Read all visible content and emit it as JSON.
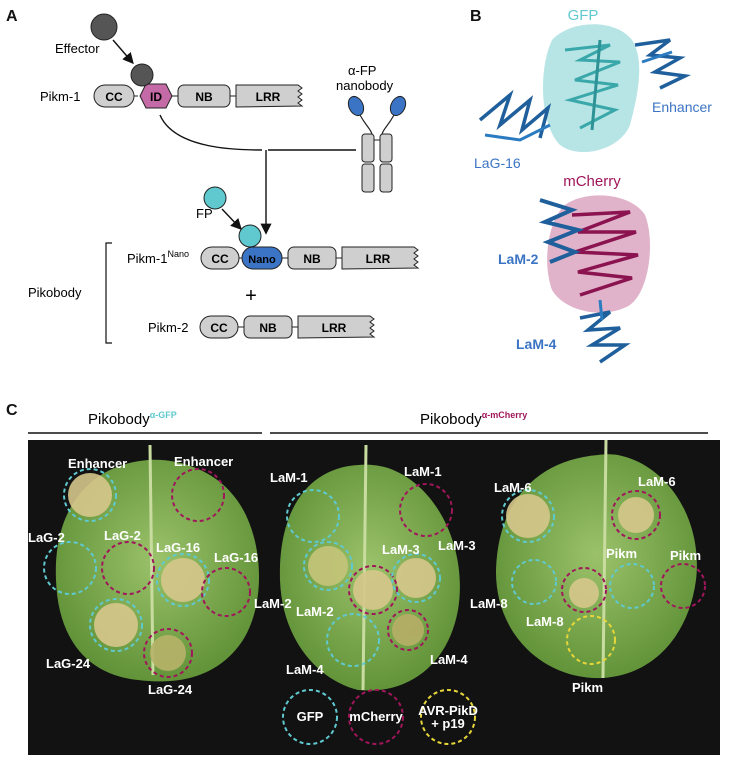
{
  "panels": {
    "a": "A",
    "b": "B",
    "c": "C"
  },
  "colors": {
    "gfp": "#5fc9cf",
    "mcherry": "#a0165a",
    "nano": "#3b74c4",
    "id_domain": "#c46aa6",
    "domain_fill": "#cfcfcf",
    "effector": "#555555",
    "avr_pikd": "#e6d63a",
    "photo_bg": "#121212"
  },
  "panel_a": {
    "effector": "Effector",
    "pikm1": "Pikm-1",
    "cc": "CC",
    "id": "ID",
    "nb": "NB",
    "lrr": "LRR",
    "nanobody_line1": "α-FP",
    "nanobody_line2": "nanobody",
    "fp": "FP",
    "pikm1_nano_base": "Pikm-1",
    "pikm1_nano_sup": "Nano",
    "nano": "Nano",
    "plus": "+",
    "pikobody": "Pikobody",
    "pikm2": "Pikm-2"
  },
  "panel_b": {
    "gfp": "GFP",
    "enhancer": "Enhancer",
    "lag16": "LaG-16",
    "mcherry": "mCherry",
    "lam2": "LaM-2",
    "lam4": "LaM-4"
  },
  "panel_c": {
    "header1_base": "Pikobody",
    "header1_sup": "α-GFP",
    "header2_base": "Pikobody",
    "header2_sup": "α-mCherry",
    "leaf1": [
      "Enhancer",
      "Enhancer",
      "LaG-2",
      "LaG-2",
      "LaG-16",
      "LaG-16",
      "LaG-24",
      "LaG-24"
    ],
    "leaf2": [
      "LaM-1",
      "LaM-1",
      "LaM-3",
      "LaM-3",
      "LaM-2",
      "LaM-2",
      "LaM-4",
      "LaM-4"
    ],
    "leaf3": [
      "LaM-6",
      "LaM-6",
      "Pikm",
      "Pikm",
      "LaM-8",
      "LaM-8",
      "Pikm"
    ],
    "legend": {
      "gfp": "GFP",
      "mcherry": "mCherry",
      "avr_line1": "AVR-PikD",
      "avr_line2": "+ p19"
    }
  }
}
